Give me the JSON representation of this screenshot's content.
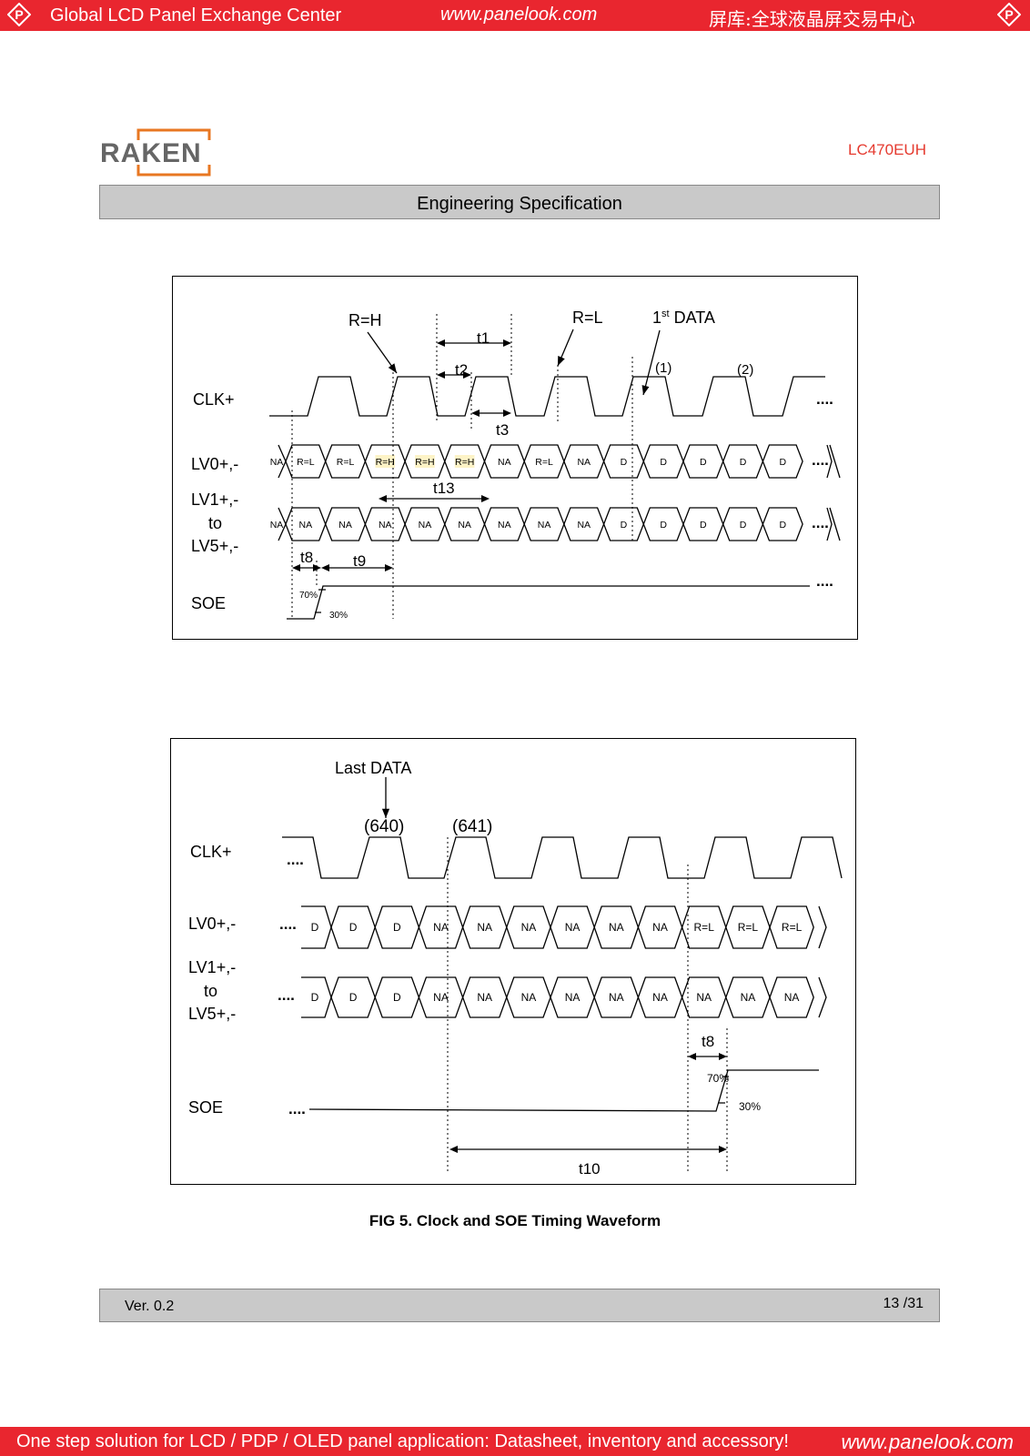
{
  "header": {
    "left": "Global LCD Panel Exchange Center",
    "center": "www.panelook.com",
    "right": "屏库:全球液晶屏交易中心"
  },
  "brand": {
    "logo_text": "RAKEN",
    "model": "LC470EUH"
  },
  "spec_title": "Engineering Specification",
  "fig1": {
    "signals": [
      "CLK+",
      "LV0+,-",
      "LV1+,-",
      "to",
      "LV5+,-",
      "SOE"
    ],
    "annotations": {
      "rh": "R=H",
      "rl": "R=L",
      "first_data_num": "1",
      "first_data_sup": "st",
      "first_data_rest": " DATA",
      "t1": "t1",
      "t2": "t2",
      "t3": "t3",
      "t13": "t13",
      "t8": "t8",
      "t9": "t9",
      "one": "(1)",
      "two": "(2)",
      "p70": "70%",
      "p30": "30%",
      "dots": "...."
    },
    "lv0_cells": [
      "NA",
      "R=L",
      "R=L",
      "R=H",
      "R=H",
      "R=H",
      "NA",
      "R=L",
      "NA",
      "D",
      "D",
      "D",
      "D",
      "D"
    ],
    "lv15_cells": [
      "NA",
      "NA",
      "NA",
      "NA",
      "NA",
      "NA",
      "NA",
      "NA",
      "NA",
      "D",
      "D",
      "D",
      "D",
      "D"
    ]
  },
  "fig2": {
    "signals": [
      "CLK+",
      "LV0+,-",
      "LV1+,-",
      "to",
      "LV5+,-",
      "SOE"
    ],
    "annotations": {
      "last_data": "Last DATA",
      "c640": "(640)",
      "c641": "(641)",
      "t8": "t8",
      "t10": "t10",
      "p70": "70%",
      "p30": "30%",
      "dots": "...."
    },
    "lv0_cells": [
      "D",
      "D",
      "D",
      "NA",
      "NA",
      "NA",
      "NA",
      "NA",
      "NA",
      "R=L",
      "R=L",
      "R=L"
    ],
    "lv15_cells": [
      "D",
      "D",
      "D",
      "NA",
      "NA",
      "NA",
      "NA",
      "NA",
      "NA",
      "NA",
      "NA",
      "NA"
    ]
  },
  "caption": "FIG 5. Clock and SOE Timing Waveform",
  "footer": {
    "version": "Ver. 0.2",
    "page": "13 /31"
  },
  "bottom": {
    "left": "One step solution for LCD / PDP / OLED panel application: Datasheet, inventory and accessory!",
    "right": "www.panelook.com"
  },
  "colors": {
    "bar_red": "#e9262f",
    "gray_bar": "#c9c9c9",
    "model_red": "#e53a2f",
    "highlight": "#fdf3c6",
    "logo_orange": "#e87722"
  }
}
